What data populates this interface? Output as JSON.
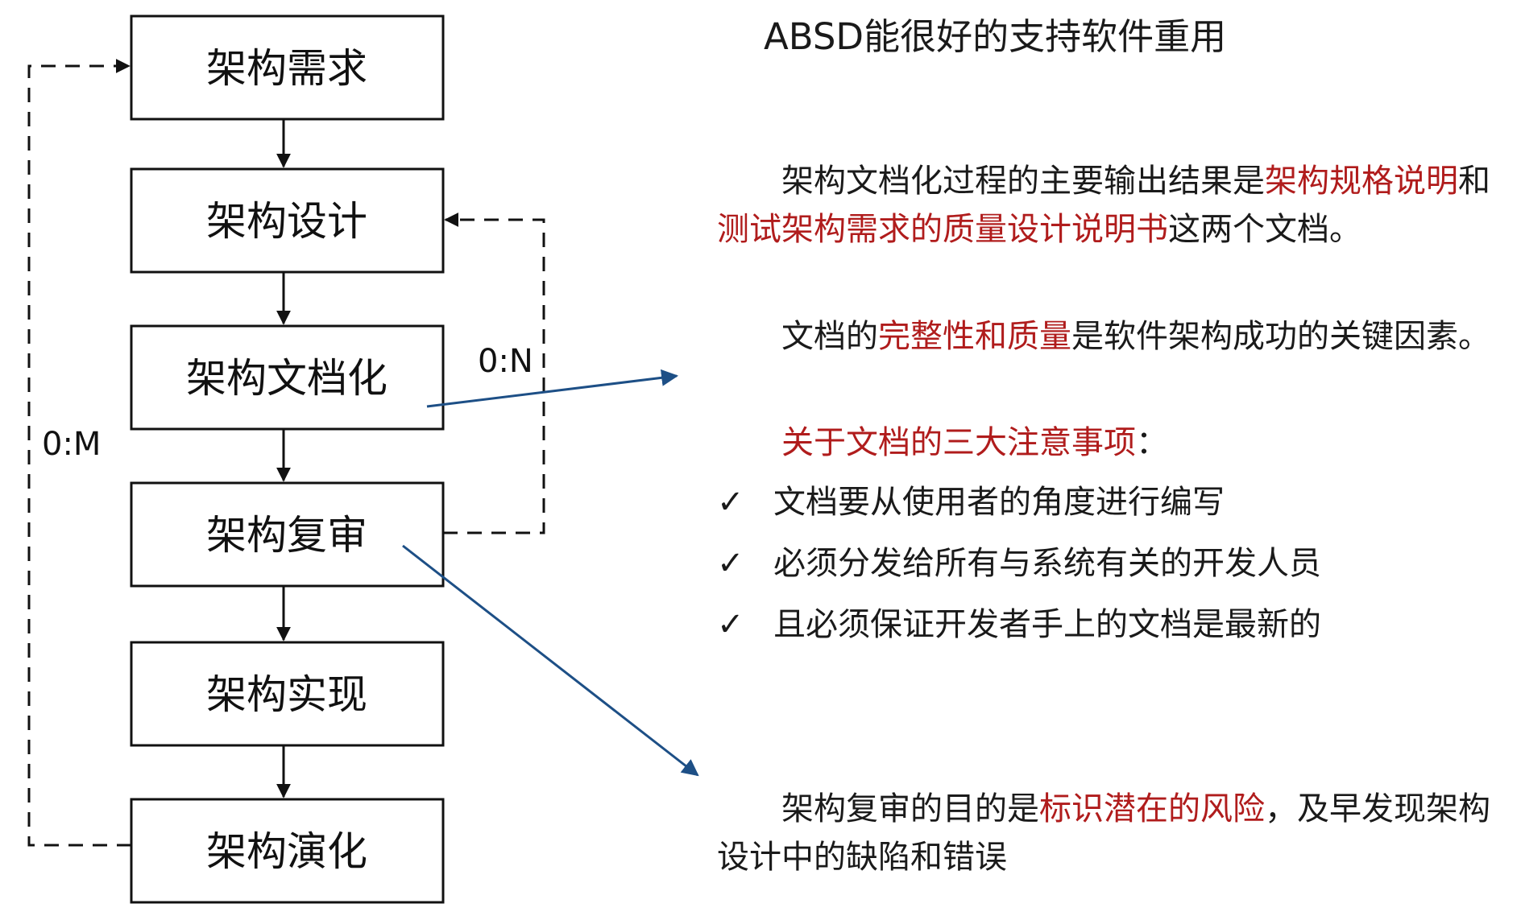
{
  "diagram": {
    "boxes": [
      "架构需求",
      "架构设计",
      "架构文档化",
      "架构复审",
      "架构实现",
      "架构演化"
    ],
    "loop_outer_label": "0:M",
    "loop_inner_label": "0:N"
  },
  "title": "ABSD能很好的支持软件重用",
  "para1": {
    "t1": "架构文档化过程的主要输出结果是",
    "r1": "架构规格说明",
    "t2": "和",
    "r2": "测试架构需求的质量设计说明书",
    "t3": "这两个文档。"
  },
  "para2": {
    "t1": "文档的",
    "r1": "完整性和质量",
    "t2": "是软件架构成功的关键因素。"
  },
  "notes": {
    "title": "关于文档的三大注意事项",
    "colon": "：",
    "check_mark": "✓",
    "items": [
      "文档要从使用者的角度进行编写",
      "必须分发给所有与系统有关的开发人员",
      "且必须保证开发者手上的文档是最新的"
    ]
  },
  "para3": {
    "t1": "架构复审的目的是",
    "r1": "标识潜在的风险",
    "t2": "，及早发现架构设计中的缺陷和错误"
  },
  "colors": {
    "highlight": "#b01c1c",
    "connector": "#1d4f86",
    "box_stroke": "#111111"
  }
}
